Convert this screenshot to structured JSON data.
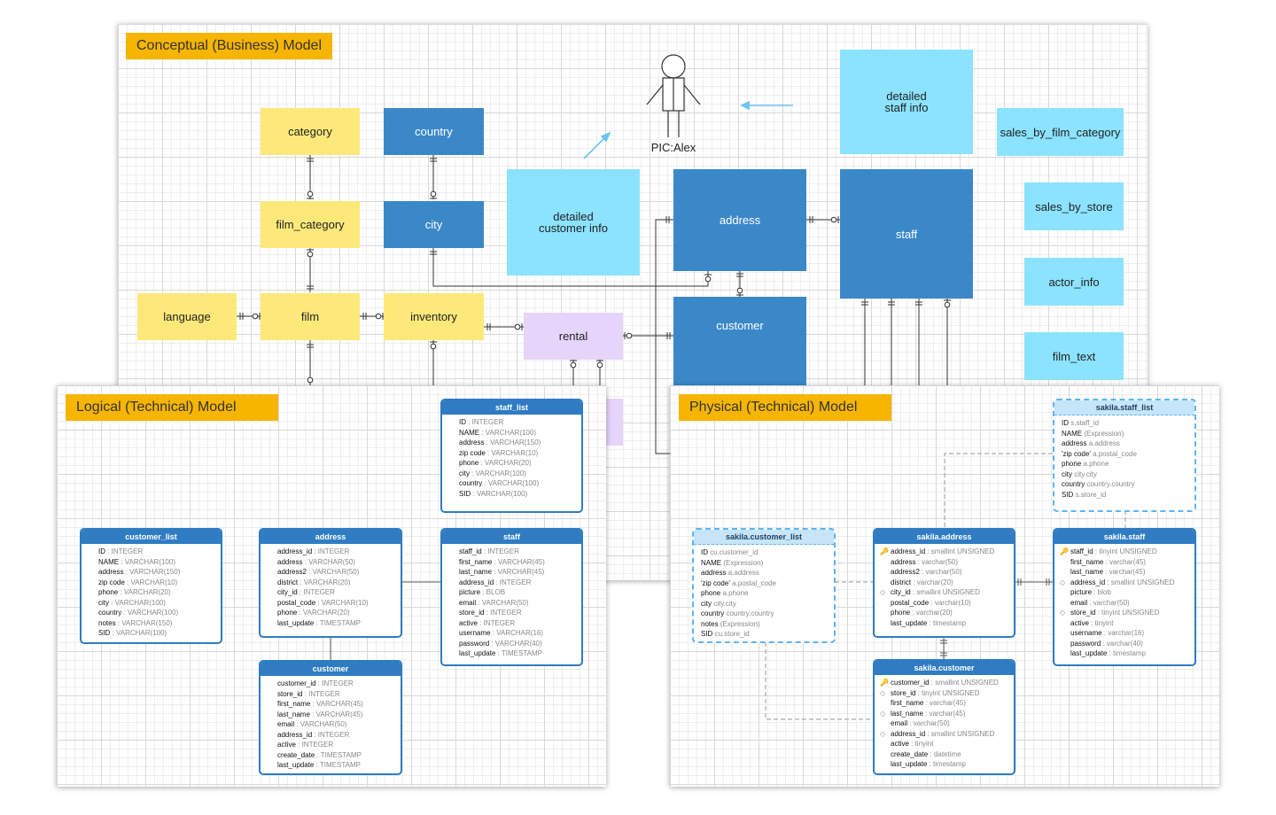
{
  "panels": {
    "conceptual_title": "Conceptual (Business) Model",
    "logical_title": "Logical (Technical) Model",
    "physical_title": "Physical (Technical) Model"
  },
  "colors": {
    "title_bg": "#f7b500",
    "yellow": "#fde97a",
    "dark_blue": "#3b88c8",
    "light_blue": "#8be3ff",
    "purple": "#e6d4fb",
    "table_header": "#2f7cc2"
  },
  "conceptual": {
    "actor": "PIC:Alex",
    "entities": {
      "category": "category",
      "country": "country",
      "film_category": "film_category",
      "city": "city",
      "language": "language",
      "film": "film",
      "inventory": "inventory",
      "rental": "rental",
      "address": "address",
      "customer": "customer",
      "staff": "staff",
      "detailed_customer_info": "detailed\ncustomer info",
      "detailed_staff_info": "detailed\nstaff info"
    },
    "views": {
      "sales_by_film_category": "sales_by_film_category",
      "sales_by_store": "sales_by_store",
      "actor_info": "actor_info",
      "film_text": "film_text"
    }
  },
  "logical": {
    "staff_list": {
      "name": "staff_list",
      "fields": [
        {
          "n": "ID",
          "t": " : INTEGER"
        },
        {
          "n": "NAME",
          "t": " : VARCHAR(100)"
        },
        {
          "n": "address",
          "t": " : VARCHAR(150)"
        },
        {
          "n": "zip code",
          "t": " : VARCHAR(10)"
        },
        {
          "n": "phone",
          "t": " : VARCHAR(20)"
        },
        {
          "n": "city",
          "t": " : VARCHAR(100)"
        },
        {
          "n": "country",
          "t": " : VARCHAR(100)"
        },
        {
          "n": "SID",
          "t": " : VARCHAR(100)"
        }
      ]
    },
    "customer_list": {
      "name": "customer_list",
      "fields": [
        {
          "n": "ID",
          "t": " : INTEGER"
        },
        {
          "n": "NAME",
          "t": " : VARCHAR(100)"
        },
        {
          "n": "address",
          "t": " : VARCHAR(150)"
        },
        {
          "n": "zip code",
          "t": " : VARCHAR(10)"
        },
        {
          "n": "phone",
          "t": " : VARCHAR(20)"
        },
        {
          "n": "city",
          "t": " : VARCHAR(100)"
        },
        {
          "n": "country",
          "t": " : VARCHAR(100)"
        },
        {
          "n": "notes",
          "t": " : VARCHAR(150)"
        },
        {
          "n": "SID",
          "t": " : VARCHAR(100)"
        }
      ]
    },
    "address": {
      "name": "address",
      "fields": [
        {
          "n": "address_id",
          "t": " : INTEGER"
        },
        {
          "n": "address",
          "t": " : VARCHAR(50)"
        },
        {
          "n": "address2",
          "t": " : VARCHAR(50)"
        },
        {
          "n": "district",
          "t": " : VARCHAR(20)"
        },
        {
          "n": "city_id",
          "t": " : INTEGER"
        },
        {
          "n": "postal_code",
          "t": " : VARCHAR(10)"
        },
        {
          "n": "phone",
          "t": " : VARCHAR(20)"
        },
        {
          "n": "last_update",
          "t": " : TIMESTAMP"
        }
      ]
    },
    "staff": {
      "name": "staff",
      "fields": [
        {
          "n": "staff_id",
          "t": " : INTEGER"
        },
        {
          "n": "first_name",
          "t": " : VARCHAR(45)"
        },
        {
          "n": "last_name",
          "t": " : VARCHAR(45)"
        },
        {
          "n": "address_id",
          "t": " : INTEGER"
        },
        {
          "n": "picture",
          "t": " : BLOB"
        },
        {
          "n": "email",
          "t": " : VARCHAR(50)"
        },
        {
          "n": "store_id",
          "t": " : INTEGER"
        },
        {
          "n": "active",
          "t": " : INTEGER"
        },
        {
          "n": "username",
          "t": " : VARCHAR(16)"
        },
        {
          "n": "password",
          "t": " : VARCHAR(40)"
        },
        {
          "n": "last_update",
          "t": " : TIMESTAMP"
        }
      ]
    },
    "customer": {
      "name": "customer",
      "fields": [
        {
          "n": "customer_id",
          "t": " : INTEGER"
        },
        {
          "n": "store_id",
          "t": " : INTEGER"
        },
        {
          "n": "first_name",
          "t": " : VARCHAR(45)"
        },
        {
          "n": "last_name",
          "t": " : VARCHAR(45)"
        },
        {
          "n": "email",
          "t": " : VARCHAR(50)"
        },
        {
          "n": "address_id",
          "t": " : INTEGER"
        },
        {
          "n": "active",
          "t": " : INTEGER"
        },
        {
          "n": "create_date",
          "t": " : TIMESTAMP"
        },
        {
          "n": "last_update",
          "t": " : TIMESTAMP"
        }
      ]
    }
  },
  "physical": {
    "staff_list": {
      "name": "sakila.staff_list",
      "fields": [
        {
          "n": "ID",
          "t": " s.staff_id"
        },
        {
          "n": "NAME",
          "t": " (Expression)"
        },
        {
          "n": "address",
          "t": " a.address"
        },
        {
          "n": "'zip code'",
          "t": " a.postal_code"
        },
        {
          "n": "phone",
          "t": " a.phone"
        },
        {
          "n": "city",
          "t": " city.city"
        },
        {
          "n": "country",
          "t": " country.country"
        },
        {
          "n": "SID",
          "t": " s.store_id"
        }
      ]
    },
    "customer_list": {
      "name": "sakila.customer_list",
      "fields": [
        {
          "n": "ID",
          "t": " cu.customer_id"
        },
        {
          "n": "NAME",
          "t": " (Expression)"
        },
        {
          "n": "address",
          "t": " a.address"
        },
        {
          "n": "'zip code'",
          "t": " a.postal_code"
        },
        {
          "n": "phone",
          "t": " a.phone"
        },
        {
          "n": "city",
          "t": " city.city"
        },
        {
          "n": "country",
          "t": " country.country"
        },
        {
          "n": "notes",
          "t": " (Expression)"
        },
        {
          "n": "SID",
          "t": " cu.store_id"
        }
      ]
    },
    "address": {
      "name": "sakila.address",
      "fields": [
        {
          "n": "address_id",
          "t": " : smallint UNSIGNED",
          "m": "key"
        },
        {
          "n": "address",
          "t": " : varchar(50)"
        },
        {
          "n": "address2",
          "t": " : varchar(50)"
        },
        {
          "n": "district",
          "t": " : varchar(20)"
        },
        {
          "n": "city_id",
          "t": " : smallint UNSIGNED",
          "m": "fk"
        },
        {
          "n": "postal_code",
          "t": " : varchar(10)"
        },
        {
          "n": "phone",
          "t": " : varchar(20)"
        },
        {
          "n": "last_update",
          "t": " : timestamp"
        }
      ]
    },
    "staff": {
      "name": "sakila.staff",
      "fields": [
        {
          "n": "staff_id",
          "t": " : tinyint UNSIGNED",
          "m": "key"
        },
        {
          "n": "first_name",
          "t": " : varchar(45)"
        },
        {
          "n": "last_name",
          "t": " : varchar(45)"
        },
        {
          "n": "address_id",
          "t": " : smallint UNSIGNED",
          "m": "fk"
        },
        {
          "n": "picture",
          "t": " : blob"
        },
        {
          "n": "email",
          "t": " : varchar(50)"
        },
        {
          "n": "store_id",
          "t": " : tinyint UNSIGNED",
          "m": "fk"
        },
        {
          "n": "active",
          "t": " : tinyint"
        },
        {
          "n": "username",
          "t": " : varchar(16)"
        },
        {
          "n": "password",
          "t": " : varchar(40)"
        },
        {
          "n": "last_update",
          "t": " : timestamp"
        }
      ]
    },
    "customer": {
      "name": "sakila.customer",
      "fields": [
        {
          "n": "customer_id",
          "t": " : smallint UNSIGNED",
          "m": "key"
        },
        {
          "n": "store_id",
          "t": " : tinyint UNSIGNED",
          "m": "fk"
        },
        {
          "n": "first_name",
          "t": " : varchar(45)"
        },
        {
          "n": "last_name",
          "t": " : varchar(45)",
          "m": "fk"
        },
        {
          "n": "email",
          "t": " : varchar(50)"
        },
        {
          "n": "address_id",
          "t": " : smallint UNSIGNED",
          "m": "fk"
        },
        {
          "n": "active",
          "t": " : tinyint"
        },
        {
          "n": "create_date",
          "t": " : datetime"
        },
        {
          "n": "last_update",
          "t": " : timestamp"
        }
      ]
    }
  }
}
